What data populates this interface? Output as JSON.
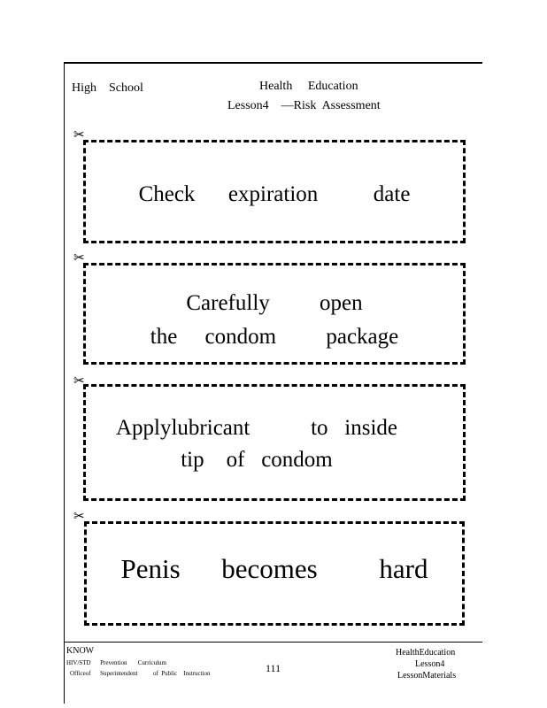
{
  "header": {
    "left": "High    School",
    "title": "Health     Education",
    "subtitle": "Lesson4    —Risk  Assessment"
  },
  "cards": [
    {
      "lines": [
        "Check      expiration          date"
      ]
    },
    {
      "lines": [
        "Carefully         open",
        "the     condom         package"
      ]
    },
    {
      "lines": [
        "Applylubricant           to   inside",
        "tip    of   condom"
      ]
    },
    {
      "lines": [
        "Penis      becomes         hard"
      ]
    }
  ],
  "scissors_icon": "✂",
  "footer": {
    "left_title": "KNOW",
    "left_line1": "HIV/STD      Prevention       Curriculum",
    "left_line2": "Officeof      Superintendent          of  Public    Instruction",
    "page_number": "111",
    "right_line1": "HealthEducation",
    "right_line2": "Lesson4",
    "right_line3": "LessonMaterials"
  }
}
